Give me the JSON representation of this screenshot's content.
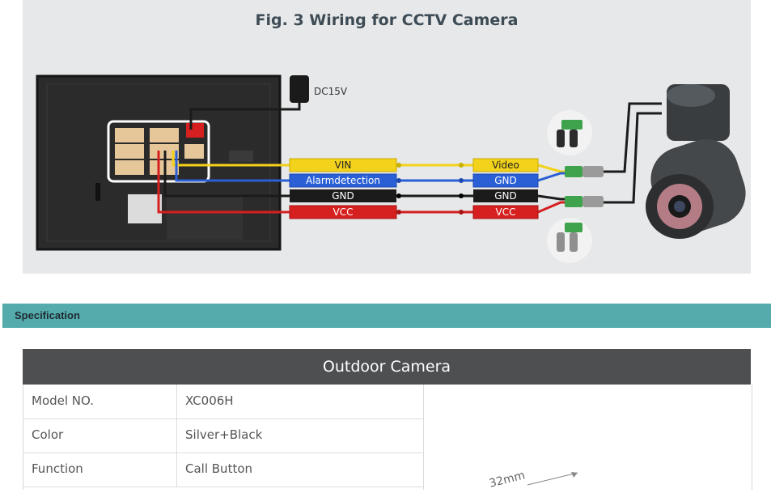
{
  "figure": {
    "title": "Fig. 3 Wiring for CCTV Camera",
    "power_label": "DC15V",
    "left_wires": [
      "VIN",
      "Alarmdetection",
      "GND",
      "VCC"
    ],
    "right_wires": [
      "Video",
      "GND",
      "GND",
      "VCC"
    ],
    "wire_colors": {
      "yellow": "#f2d21b",
      "blue": "#2a5fd6",
      "black": "#1b1b1b",
      "red": "#d61f1f"
    }
  },
  "specification": {
    "label": "Specification"
  },
  "table": {
    "title": "Outdoor Camera",
    "rows": [
      {
        "label": "Model NO.",
        "value": "XC006H"
      },
      {
        "label": "Color",
        "value": "Silver+Black"
      },
      {
        "label": "Function",
        "value": "Call Button"
      }
    ],
    "dimension_label": "32mm"
  }
}
